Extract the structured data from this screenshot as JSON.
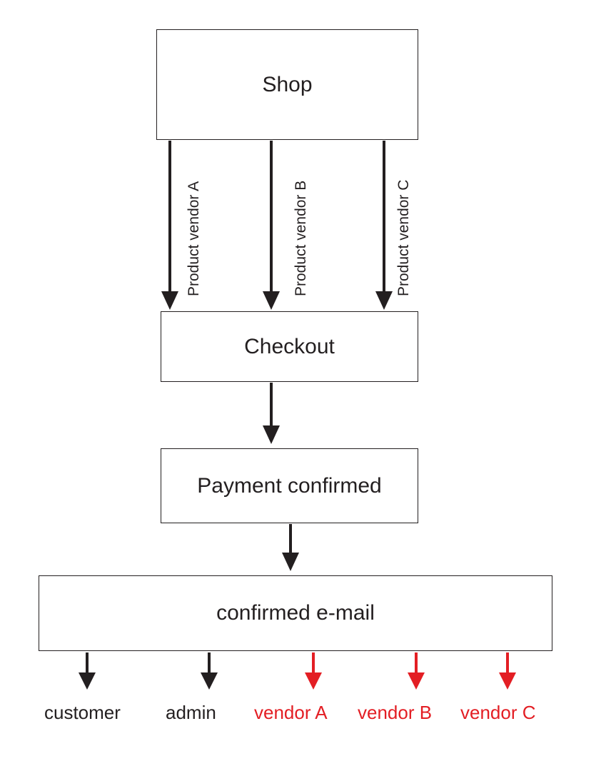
{
  "nodes": {
    "shop": "Shop",
    "checkout": "Checkout",
    "payment": "Payment confirmed",
    "email": "confirmed e-mail"
  },
  "edge_labels": {
    "vendor_a": "Product vendor A",
    "vendor_b": "Product vendor B",
    "vendor_c": "Product vendor C"
  },
  "recipients": {
    "customer": "customer",
    "admin": "admin",
    "vendor_a": "vendor A",
    "vendor_b": "vendor B",
    "vendor_c": "vendor C"
  },
  "colors": {
    "line": "#231f20",
    "highlight": "#e31e24"
  }
}
